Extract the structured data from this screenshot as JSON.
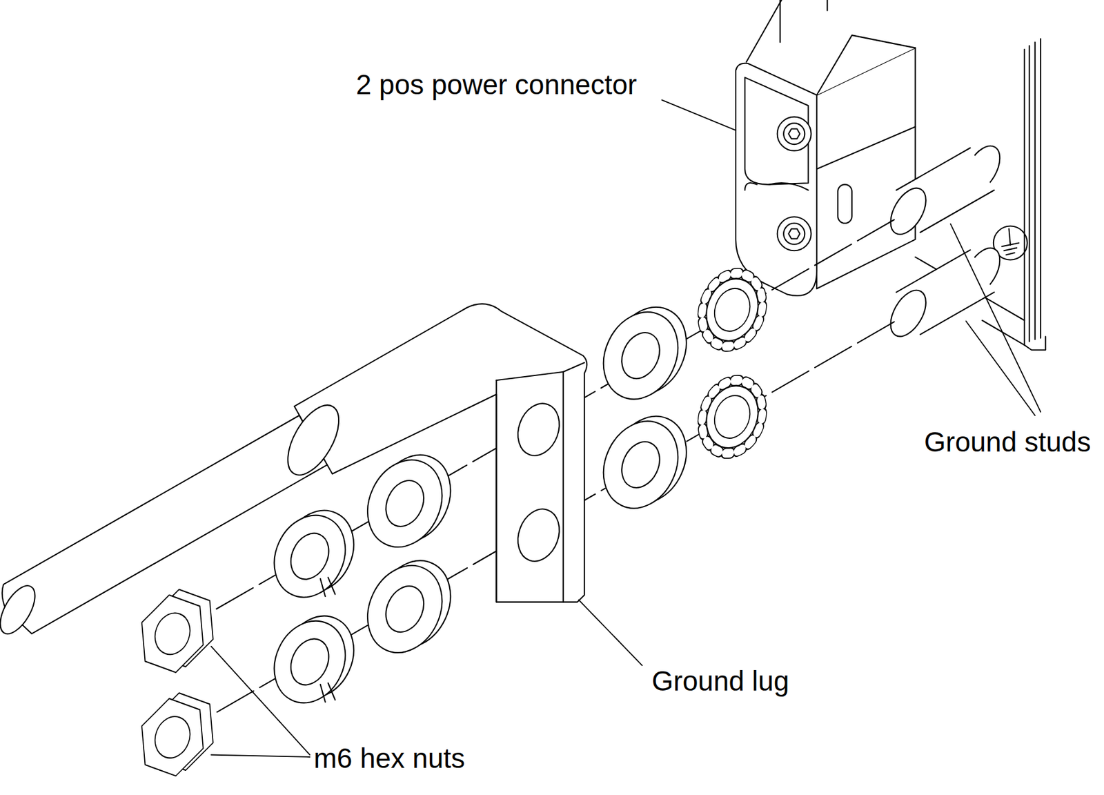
{
  "diagram": {
    "labels": [
      "2 pos power connector",
      "Ground studs",
      "Ground lug",
      "m6 hex nuts"
    ]
  }
}
